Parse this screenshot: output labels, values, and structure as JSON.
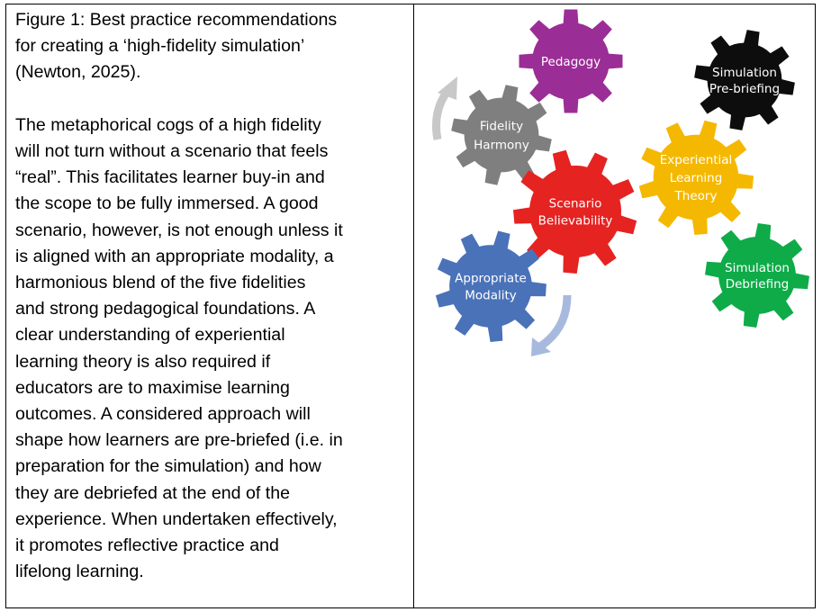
{
  "figure": {
    "caption": "Figure 1: Best practice recommendations\nfor creating a ‘high-fidelity simulation’\n(Newton, 2025).",
    "body": "The metaphorical cogs of a high fidelity\nwill not turn without a scenario that feels\n“real”. This facilitates learner buy-in and\nthe scope to be fully immersed. A good\nscenario, however, is not enough unless it\nis aligned with an appropriate modality, a\nharmonious blend of the five fidelities\nand strong pedagogical foundations. A\nclear understanding of experiential\nlearning theory is also required if\neducators are to maximise learning\noutcomes. A considered approach will\nshape how learners are pre-briefed (i.e. in\npreparation for the simulation) and how\nthey are debriefed at the end of the\nexperience. When undertaken effectively,\nit promotes reflective practice and\nlifelong learning."
  },
  "diagram": {
    "cogs": [
      {
        "id": "pedagogy",
        "lines": [
          "Pedagogy"
        ],
        "color": "#9b2d96"
      },
      {
        "id": "simulation-pre-briefing",
        "lines": [
          "Simulation",
          "Pre-briefing"
        ],
        "color": "#0d0d0d"
      },
      {
        "id": "fidelity-harmony",
        "lines": [
          "Fidelity",
          "Harmony"
        ],
        "color": "#7f7f7f"
      },
      {
        "id": "experiential-learning-theory",
        "lines": [
          "Experiential",
          "Learning",
          "Theory"
        ],
        "color": "#f5b800"
      },
      {
        "id": "scenario-believability",
        "lines": [
          "Scenario",
          "Believability"
        ],
        "color": "#e52321"
      },
      {
        "id": "simulation-debriefing",
        "lines": [
          "Simulation",
          "Debriefing"
        ],
        "color": "#0eab48"
      },
      {
        "id": "appropriate-modality",
        "lines": [
          "Appropriate",
          "Modality"
        ],
        "color": "#4a72b8"
      }
    ],
    "arrows": [
      {
        "id": "top-arrow",
        "color": "#c8c8c8"
      },
      {
        "id": "bottom-arrow",
        "color": "#a7b9dd"
      }
    ]
  }
}
